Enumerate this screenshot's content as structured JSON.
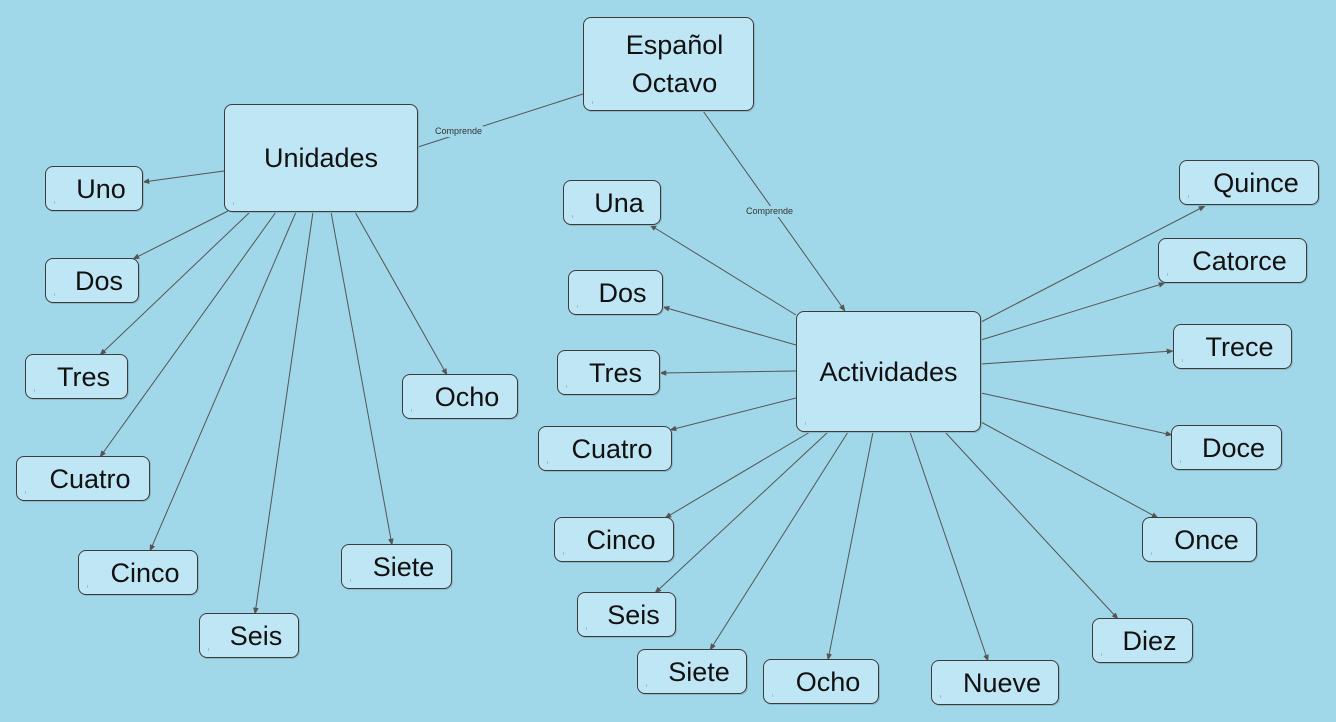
{
  "nodes": {
    "root": "Español\nOctavo",
    "unidades": "Unidades",
    "actividades": "Actividades",
    "u_uno": "Uno",
    "u_dos": "Dos",
    "u_tres": "Tres",
    "u_cuatro": "Cuatro",
    "u_cinco": "Cinco",
    "u_seis": "Seis",
    "u_siete": "Siete",
    "u_ocho": "Ocho",
    "a_una": "Una",
    "a_dos": "Dos",
    "a_tres": "Tres",
    "a_cuatro": "Cuatro",
    "a_cinco": "Cinco",
    "a_seis": "Seis",
    "a_siete": "Siete",
    "a_ocho": "Ocho",
    "a_nueve": "Nueve",
    "a_diez": "Diez",
    "a_once": "Once",
    "a_doce": "Doce",
    "a_trece": "Trece",
    "a_catorce": "Catorce",
    "a_quince": "Quince"
  },
  "link_labels": {
    "root_unidades": "Comprende",
    "root_actividades": "Comprende"
  },
  "colors": {
    "background": "#a0d8ea",
    "node_fill": "#bfe6f4",
    "node_border": "#3c3c3c",
    "edge": "#555555"
  }
}
